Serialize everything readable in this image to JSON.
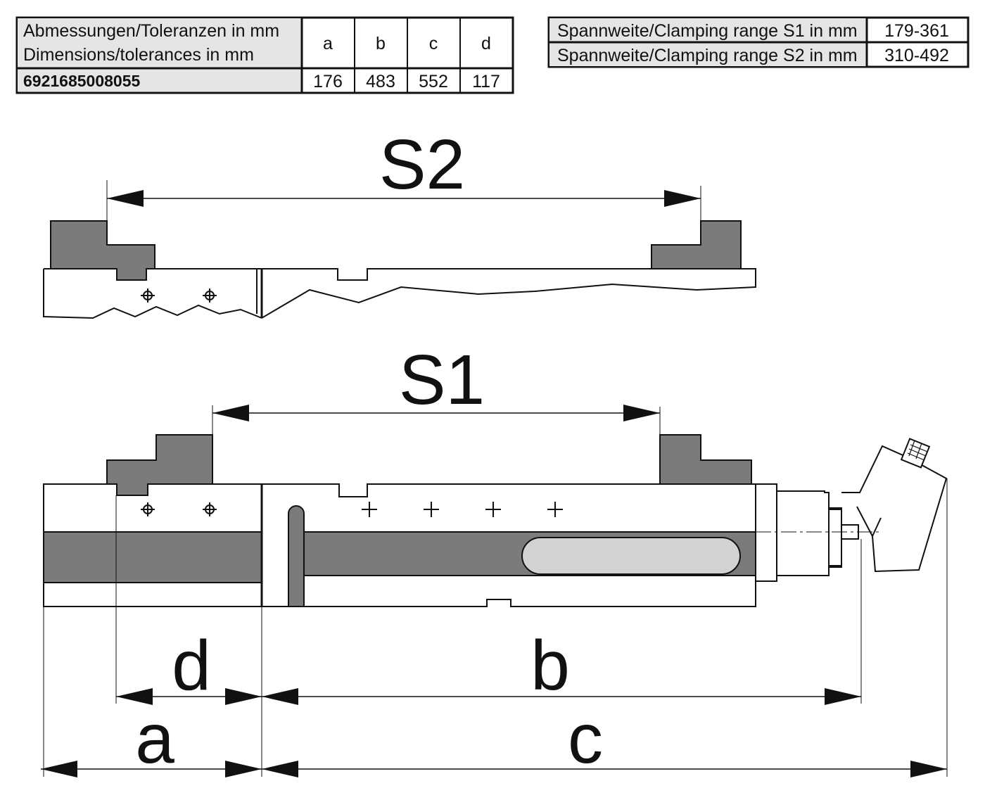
{
  "dimensions_table": {
    "header_line1": "Abmessungen/Toleranzen in mm",
    "header_line2": "Dimensions/tolerances in mm",
    "columns": [
      "a",
      "b",
      "c",
      "d"
    ],
    "rows": [
      {
        "article": "6921685008055",
        "values": [
          "176",
          "483",
          "552",
          "117"
        ]
      }
    ]
  },
  "clamping_table": {
    "rows": [
      {
        "label": "Spannweite/Clamping range S1 in mm",
        "value": "179-361"
      },
      {
        "label": "Spannweite/Clamping range S2 in mm",
        "value": "310-492"
      }
    ]
  },
  "drawing": {
    "labels": {
      "s2": "S2",
      "s1": "S1",
      "a": "a",
      "b": "b",
      "c": "c",
      "d": "d"
    },
    "colors": {
      "jaw_fill": "#7b7b7b",
      "light_fill": "#d2d2d2",
      "header_fill": "#e5e5e5",
      "line": "#111111"
    }
  }
}
